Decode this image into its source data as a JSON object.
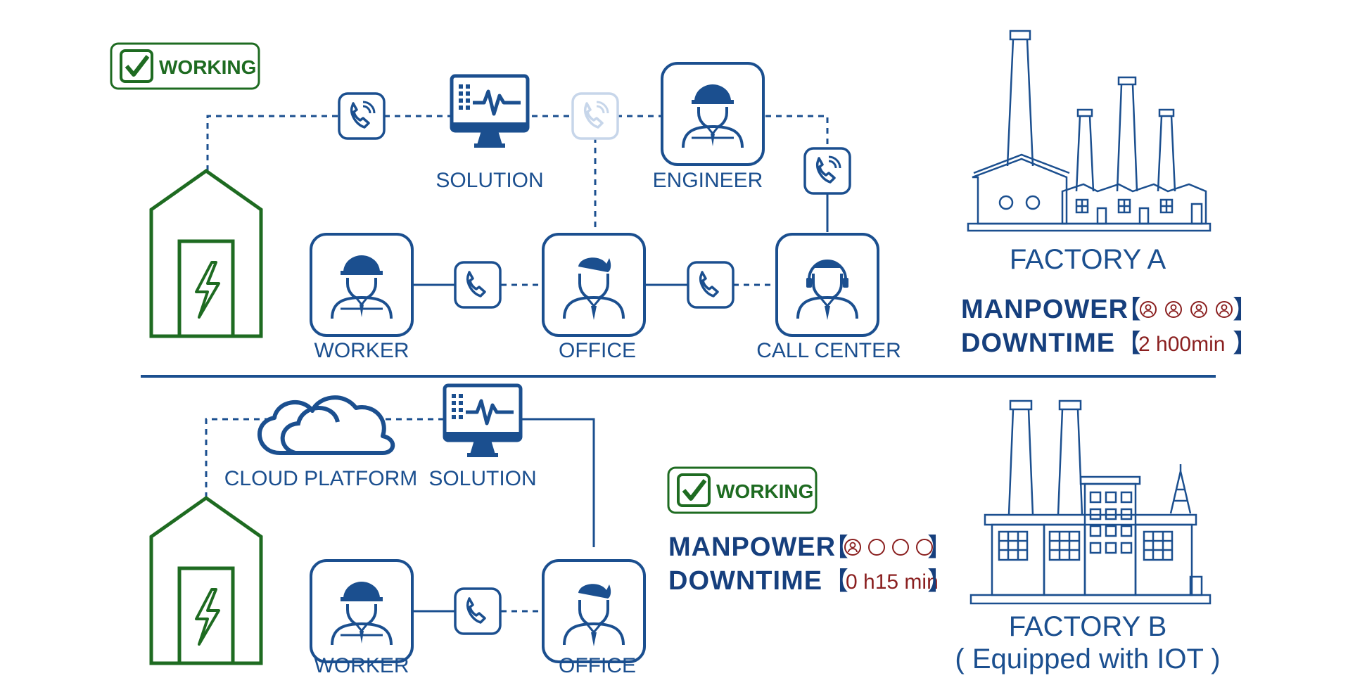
{
  "badges": {
    "working": "WORKING"
  },
  "top": {
    "labels": {
      "solution": "SOLUTION",
      "engineer": "ENGINEER",
      "worker": "WORKER",
      "office": "OFFICE",
      "call_center": "CALL CENTER"
    },
    "factory_title": "FACTORY A",
    "manpower_label": "MANPOWER",
    "manpower_icons": [
      "filled",
      "filled",
      "filled",
      "filled"
    ],
    "downtime_label": "DOWNTIME",
    "downtime_value": "2 h00min"
  },
  "bottom": {
    "labels": {
      "cloud": "CLOUD PLATFORM",
      "solution": "SOLUTION",
      "worker": "WORKER",
      "office": "OFFICE"
    },
    "factory_title": "FACTORY B",
    "factory_subtitle": "( Equipped with IOT )",
    "manpower_label": "MANPOWER",
    "manpower_icons": [
      "filled",
      "empty",
      "empty",
      "empty"
    ],
    "downtime_label": "DOWNTIME",
    "downtime_value": "0 h15 min"
  },
  "brackets": {
    "open": "【",
    "close": "】"
  },
  "colors": {
    "blue": "#1b4f8f",
    "green": "#1e6b21",
    "red": "#8a1f1f",
    "faded": "#c7d6ea"
  }
}
